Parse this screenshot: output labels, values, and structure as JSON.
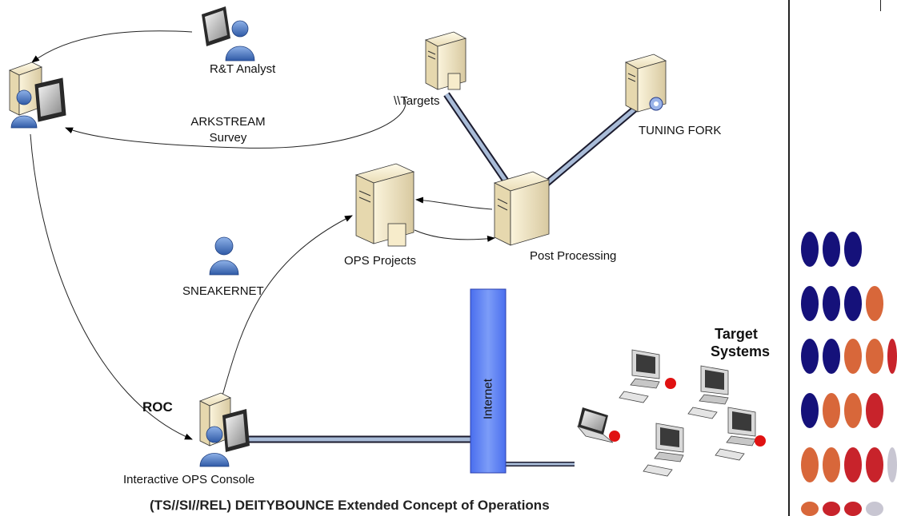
{
  "labels": {
    "rt_analyst": "R&T Analyst",
    "arkstream": "ARKSTREAM",
    "survey": "Survey",
    "targets": "\\\\Targets",
    "tuning_fork": "TUNING FORK",
    "ops_projects": "OPS Projects",
    "post_processing": "Post Processing",
    "sneakernet": "SNEAKERNET",
    "roc": "ROC",
    "interactive_ops_console": "Interactive OPS Console",
    "internet": "Internet",
    "target_systems_line1": "Target",
    "target_systems_line2": "Systems",
    "caption": "(TS//SI//REL) DEITYBOUNCE Extended Concept of Operations"
  },
  "colors": {
    "navy": "#15117a",
    "orange": "#d8673a",
    "red": "#c8232b",
    "gray": "#c8c6d2",
    "link": "#6c86ad",
    "internet": "#5b7ff2"
  },
  "dot_grid": [
    [
      "navy",
      "navy",
      "navy"
    ],
    [
      "navy",
      "navy",
      "navy",
      "orange"
    ],
    [
      "navy",
      "navy",
      "orange",
      "orange",
      "red"
    ],
    [
      "navy",
      "orange",
      "orange",
      "red"
    ],
    [
      "orange",
      "orange",
      "red",
      "red",
      "gray"
    ],
    [
      "orange",
      "red",
      "red",
      "gray"
    ]
  ]
}
